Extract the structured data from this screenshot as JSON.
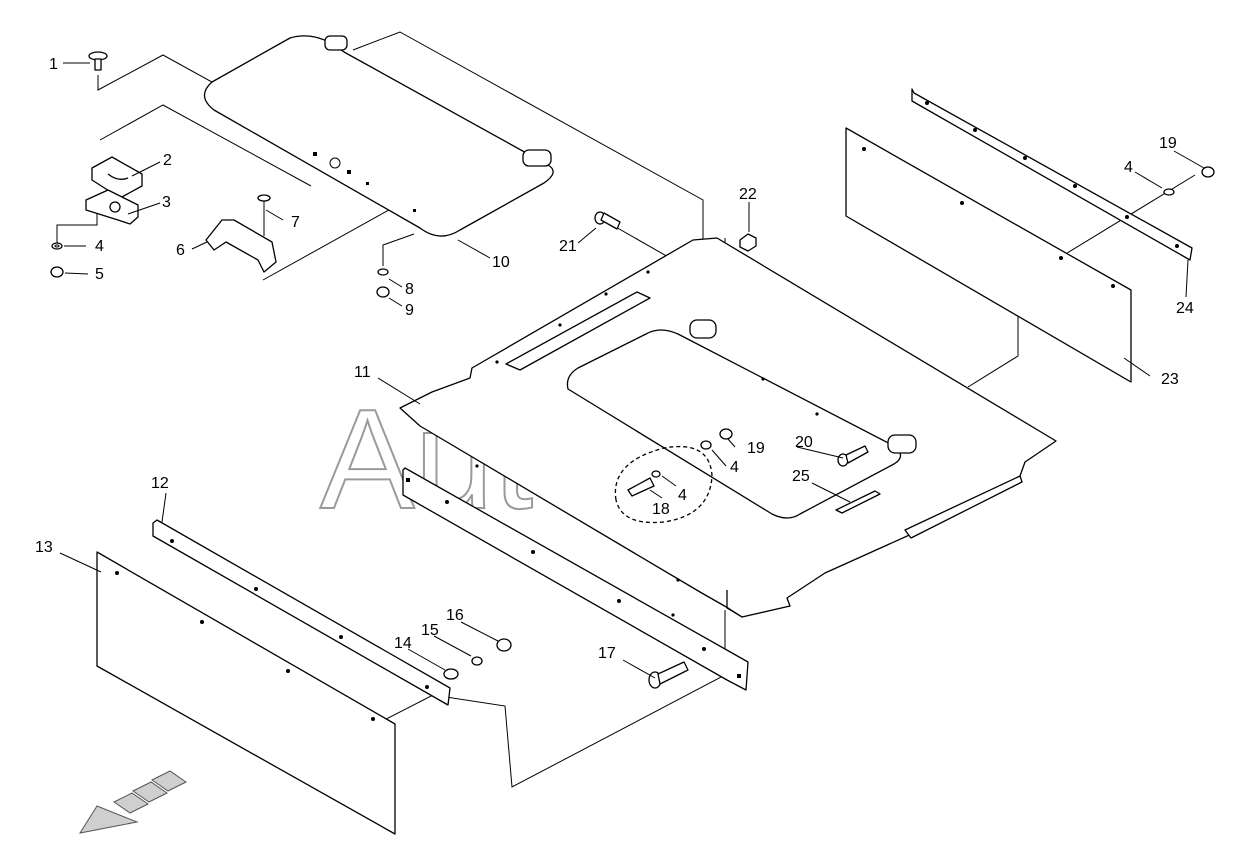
{
  "watermark": "AutoSoft",
  "callouts": [
    {
      "id": "c1",
      "label": "1"
    },
    {
      "id": "c2",
      "label": "2"
    },
    {
      "id": "c3",
      "label": "3"
    },
    {
      "id": "c4a",
      "label": "4"
    },
    {
      "id": "c5",
      "label": "5"
    },
    {
      "id": "c6",
      "label": "6"
    },
    {
      "id": "c7",
      "label": "7"
    },
    {
      "id": "c8",
      "label": "8"
    },
    {
      "id": "c9",
      "label": "9"
    },
    {
      "id": "c10",
      "label": "10"
    },
    {
      "id": "c11",
      "label": "11"
    },
    {
      "id": "c12",
      "label": "12"
    },
    {
      "id": "c13",
      "label": "13"
    },
    {
      "id": "c14",
      "label": "14"
    },
    {
      "id": "c15",
      "label": "15"
    },
    {
      "id": "c16",
      "label": "16"
    },
    {
      "id": "c17",
      "label": "17"
    },
    {
      "id": "c18",
      "label": "18"
    },
    {
      "id": "c19a",
      "label": "19"
    },
    {
      "id": "c19b",
      "label": "19"
    },
    {
      "id": "c20",
      "label": "20"
    },
    {
      "id": "c21",
      "label": "21"
    },
    {
      "id": "c22",
      "label": "22"
    },
    {
      "id": "c23",
      "label": "23"
    },
    {
      "id": "c24",
      "label": "24"
    },
    {
      "id": "c25",
      "label": "25"
    },
    {
      "id": "c4b",
      "label": "4"
    },
    {
      "id": "c4c",
      "label": "4"
    },
    {
      "id": "c4d",
      "label": "4"
    }
  ]
}
